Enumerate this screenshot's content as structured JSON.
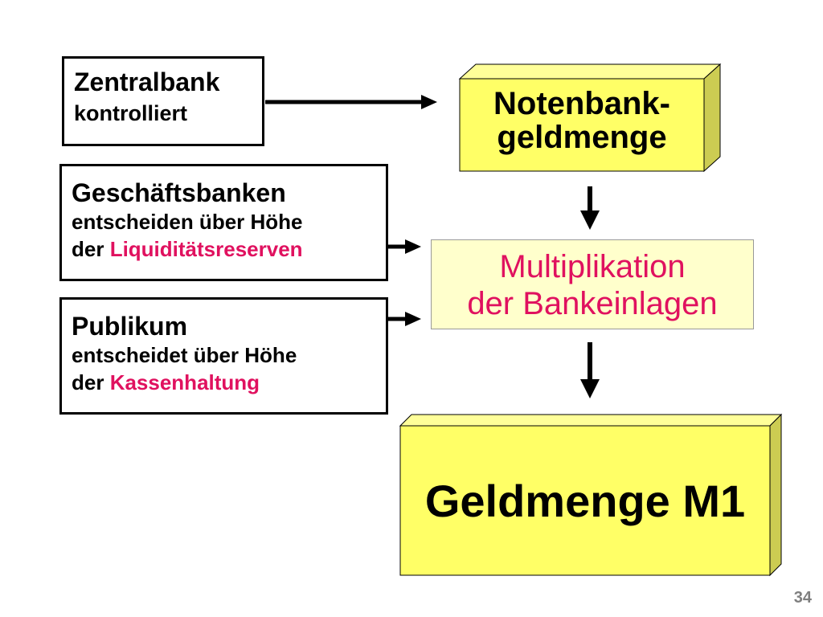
{
  "zentralbank": {
    "title": "Zentralbank",
    "line1": "kontrolliert"
  },
  "geschaeftsbanken": {
    "title": "Geschäftsbanken",
    "line1": "entscheiden über Höhe",
    "line2_prefix": "der ",
    "line2_highlight": "Liquiditätsreserven"
  },
  "publikum": {
    "title": "Publikum",
    "line1": "entscheidet über Höhe",
    "line2_prefix": "der ",
    "line2_highlight": "Kassenhaltung"
  },
  "notenbank": {
    "line1": "Notenbank-",
    "line2": "geldmenge"
  },
  "multiplikation": {
    "line1": "Multiplikation",
    "line2": "der Bankeinlagen"
  },
  "geldmenge": {
    "label": "Geldmenge M1"
  },
  "page_number": "34",
  "colors": {
    "yellow": "#ffff66",
    "light_yellow": "#ffffcc",
    "highlight": "#e0115f",
    "cube_side": "#cccc52",
    "cube_top": "#ffff99"
  }
}
